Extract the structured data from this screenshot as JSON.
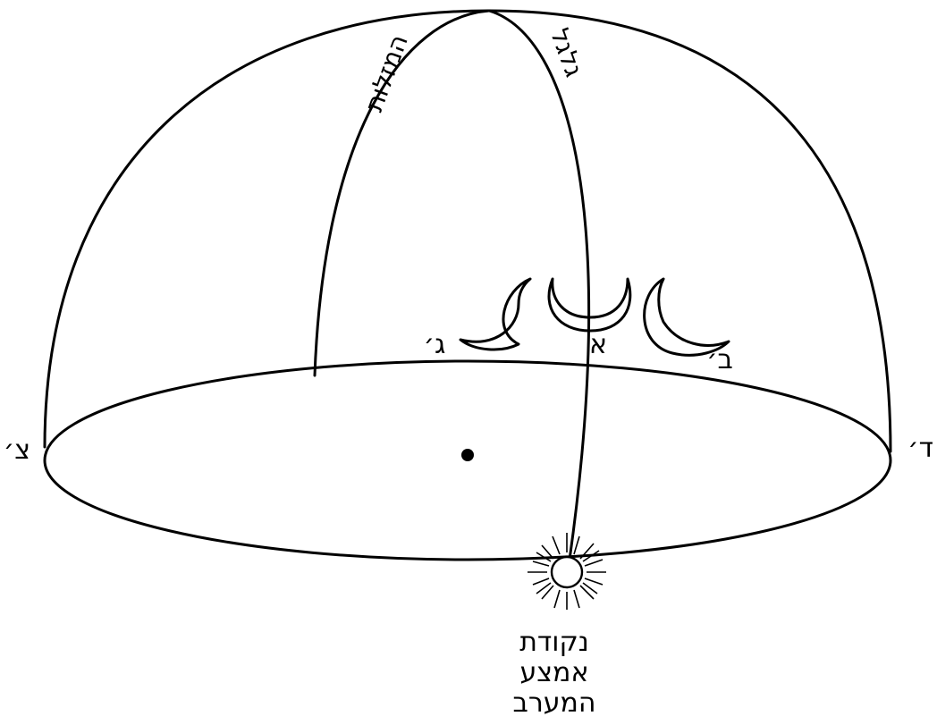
{
  "labels": {
    "point_west": "צ׳",
    "point_east": "ד׳",
    "moon_a": "א",
    "moon_b": "ב׳",
    "moon_c": "ג׳",
    "zodiac_part1": "גלגל",
    "zodiac_part2": "המזלות",
    "sunset_line1": "נקודת",
    "sunset_line2": "אמצע",
    "sunset_line3": "המערב"
  }
}
